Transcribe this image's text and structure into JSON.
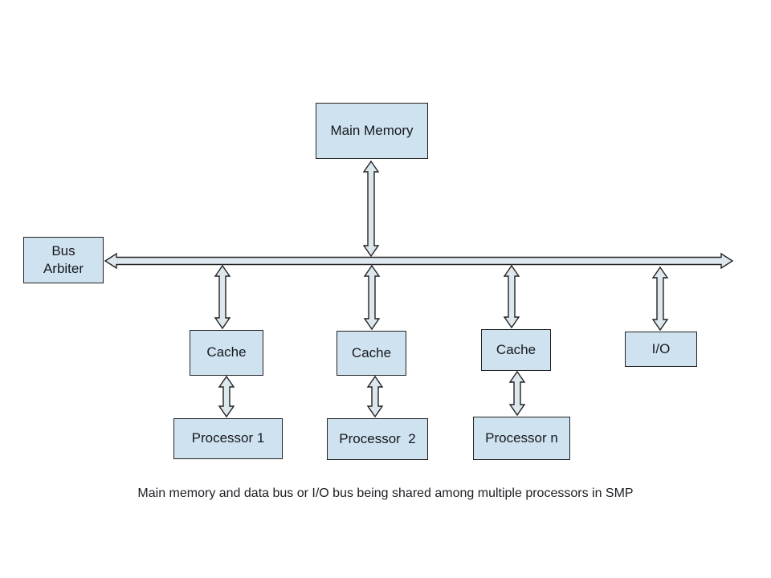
{
  "diagram": {
    "caption": "Main memory and data bus or I/O bus being shared among multiple processors in SMP",
    "colors": {
      "node_fill": "#cfe2f0",
      "node_border": "#222222",
      "connector_fill": "#dde7ee",
      "background": "#ffffff"
    },
    "nodes": [
      {
        "id": "main-memory",
        "label": "Main Memory"
      },
      {
        "id": "bus-arbiter",
        "label": "Bus Arbiter"
      },
      {
        "id": "cache-1",
        "label": "Cache"
      },
      {
        "id": "cache-2",
        "label": "Cache"
      },
      {
        "id": "cache-3",
        "label": "Cache"
      },
      {
        "id": "io",
        "label": "I/O"
      },
      {
        "id": "processor-1",
        "label": "Processor 1"
      },
      {
        "id": "processor-2",
        "label": "Processor  2"
      },
      {
        "id": "processor-n",
        "label": "Processor n"
      }
    ],
    "connectors": [
      {
        "id": "shared-bus",
        "type": "horizontal-double-arrow"
      },
      {
        "id": "memory-to-bus",
        "type": "vertical-double-arrow"
      },
      {
        "id": "bus-to-cache-1",
        "type": "vertical-double-arrow"
      },
      {
        "id": "bus-to-cache-2",
        "type": "vertical-double-arrow"
      },
      {
        "id": "bus-to-cache-3",
        "type": "vertical-double-arrow"
      },
      {
        "id": "bus-to-io",
        "type": "vertical-double-arrow"
      },
      {
        "id": "cache-1-to-processor-1",
        "type": "vertical-double-arrow"
      },
      {
        "id": "cache-2-to-processor-2",
        "type": "vertical-double-arrow"
      },
      {
        "id": "cache-3-to-processor-n",
        "type": "vertical-double-arrow"
      }
    ]
  }
}
